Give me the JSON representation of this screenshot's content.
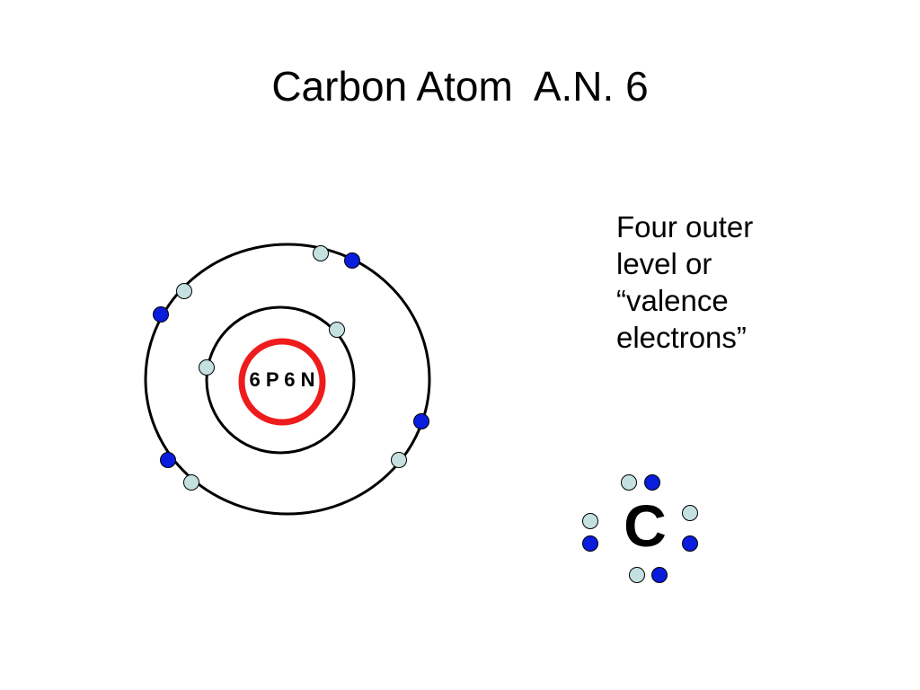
{
  "title": "Carbon Atom  A.N. 6",
  "nucleus": {
    "label": "6 P 6 N",
    "ring_color": "#ee1c1c"
  },
  "description_lines": [
    "Four outer",
    "level or",
    "“valence",
    "electrons”"
  ],
  "lewis": {
    "symbol": "C"
  },
  "colors": {
    "electron_blue": "#0a1cdc",
    "electron_light": "#c4e0e0",
    "orbit_line": "#000000"
  }
}
